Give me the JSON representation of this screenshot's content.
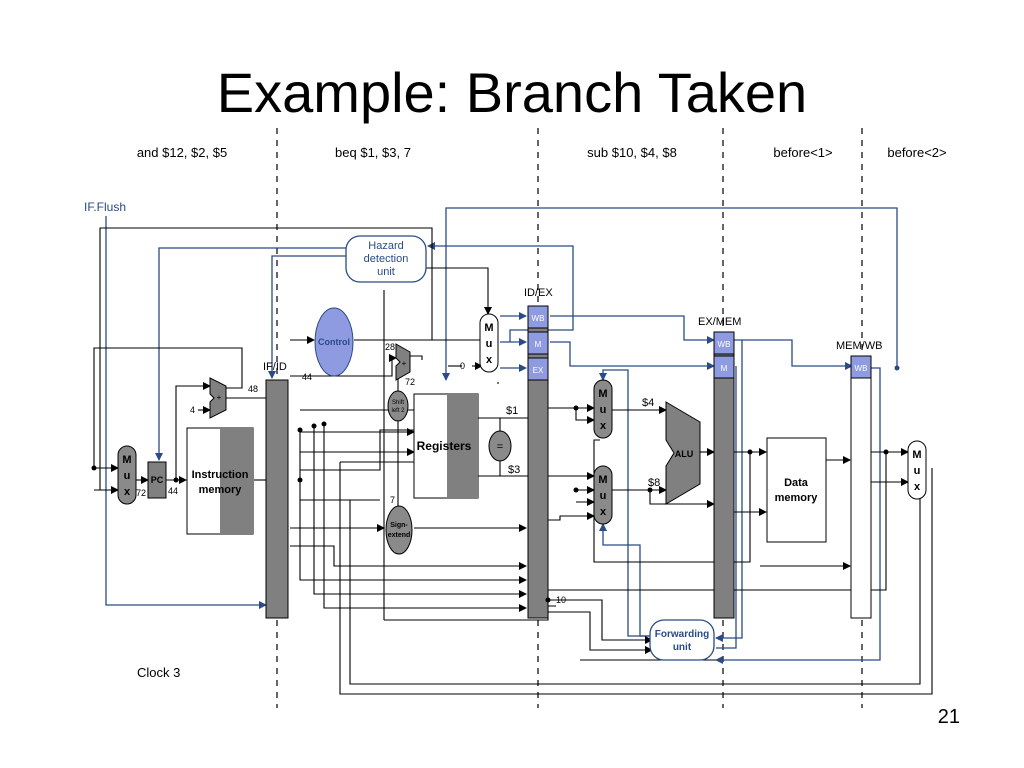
{
  "slide": {
    "title": "Example: Branch Taken",
    "page_number": "21"
  },
  "stages": {
    "if": "and $12, $2, $5",
    "id": "beq $1, $3, 7",
    "ex": "sub $10, $4, $8",
    "mem": "before<1>",
    "wb": "before<2>"
  },
  "labels": {
    "if_flush": "IF.Flush",
    "hazard_detection": [
      "Hazard",
      "detection",
      "unit"
    ],
    "control": "Control",
    "mux_letters": [
      "M",
      "u",
      "x"
    ],
    "pc": "PC",
    "instruction_memory": [
      "Instruction",
      "memory"
    ],
    "registers": "Registers",
    "alu": "ALU",
    "data_memory": [
      "Data",
      "memory"
    ],
    "forwarding_unit": [
      "Forwarding",
      "unit"
    ],
    "sign_extend": [
      "Sign-",
      "extend"
    ],
    "shift_left": [
      "Shift",
      "left 2"
    ],
    "equal": "=",
    "plus": "+",
    "if_id": "IF/ID",
    "id_ex": "ID/EX",
    "ex_mem": "EX/MEM",
    "mem_wb": "MEM/WB",
    "wb": "WB",
    "m": "M",
    "ex": "EX",
    "clock": "Clock 3"
  },
  "values": {
    "v4": "4",
    "v72": "72",
    "v44": "44",
    "v48": "48",
    "v28": "28",
    "v72b": "72",
    "v0": "0",
    "v7": "7",
    "v10": "10",
    "r1": "$1",
    "r3": "$3",
    "r4": "$4",
    "r8": "$8"
  },
  "colors": {
    "line": "#000000",
    "blue_line": "#2a4b85",
    "unit_gray": "#7f7f7f",
    "pipe_reg_fill": "#808080",
    "control_fill": "#8f9be0",
    "ctrl_box_fill": "#8f9be0"
  }
}
